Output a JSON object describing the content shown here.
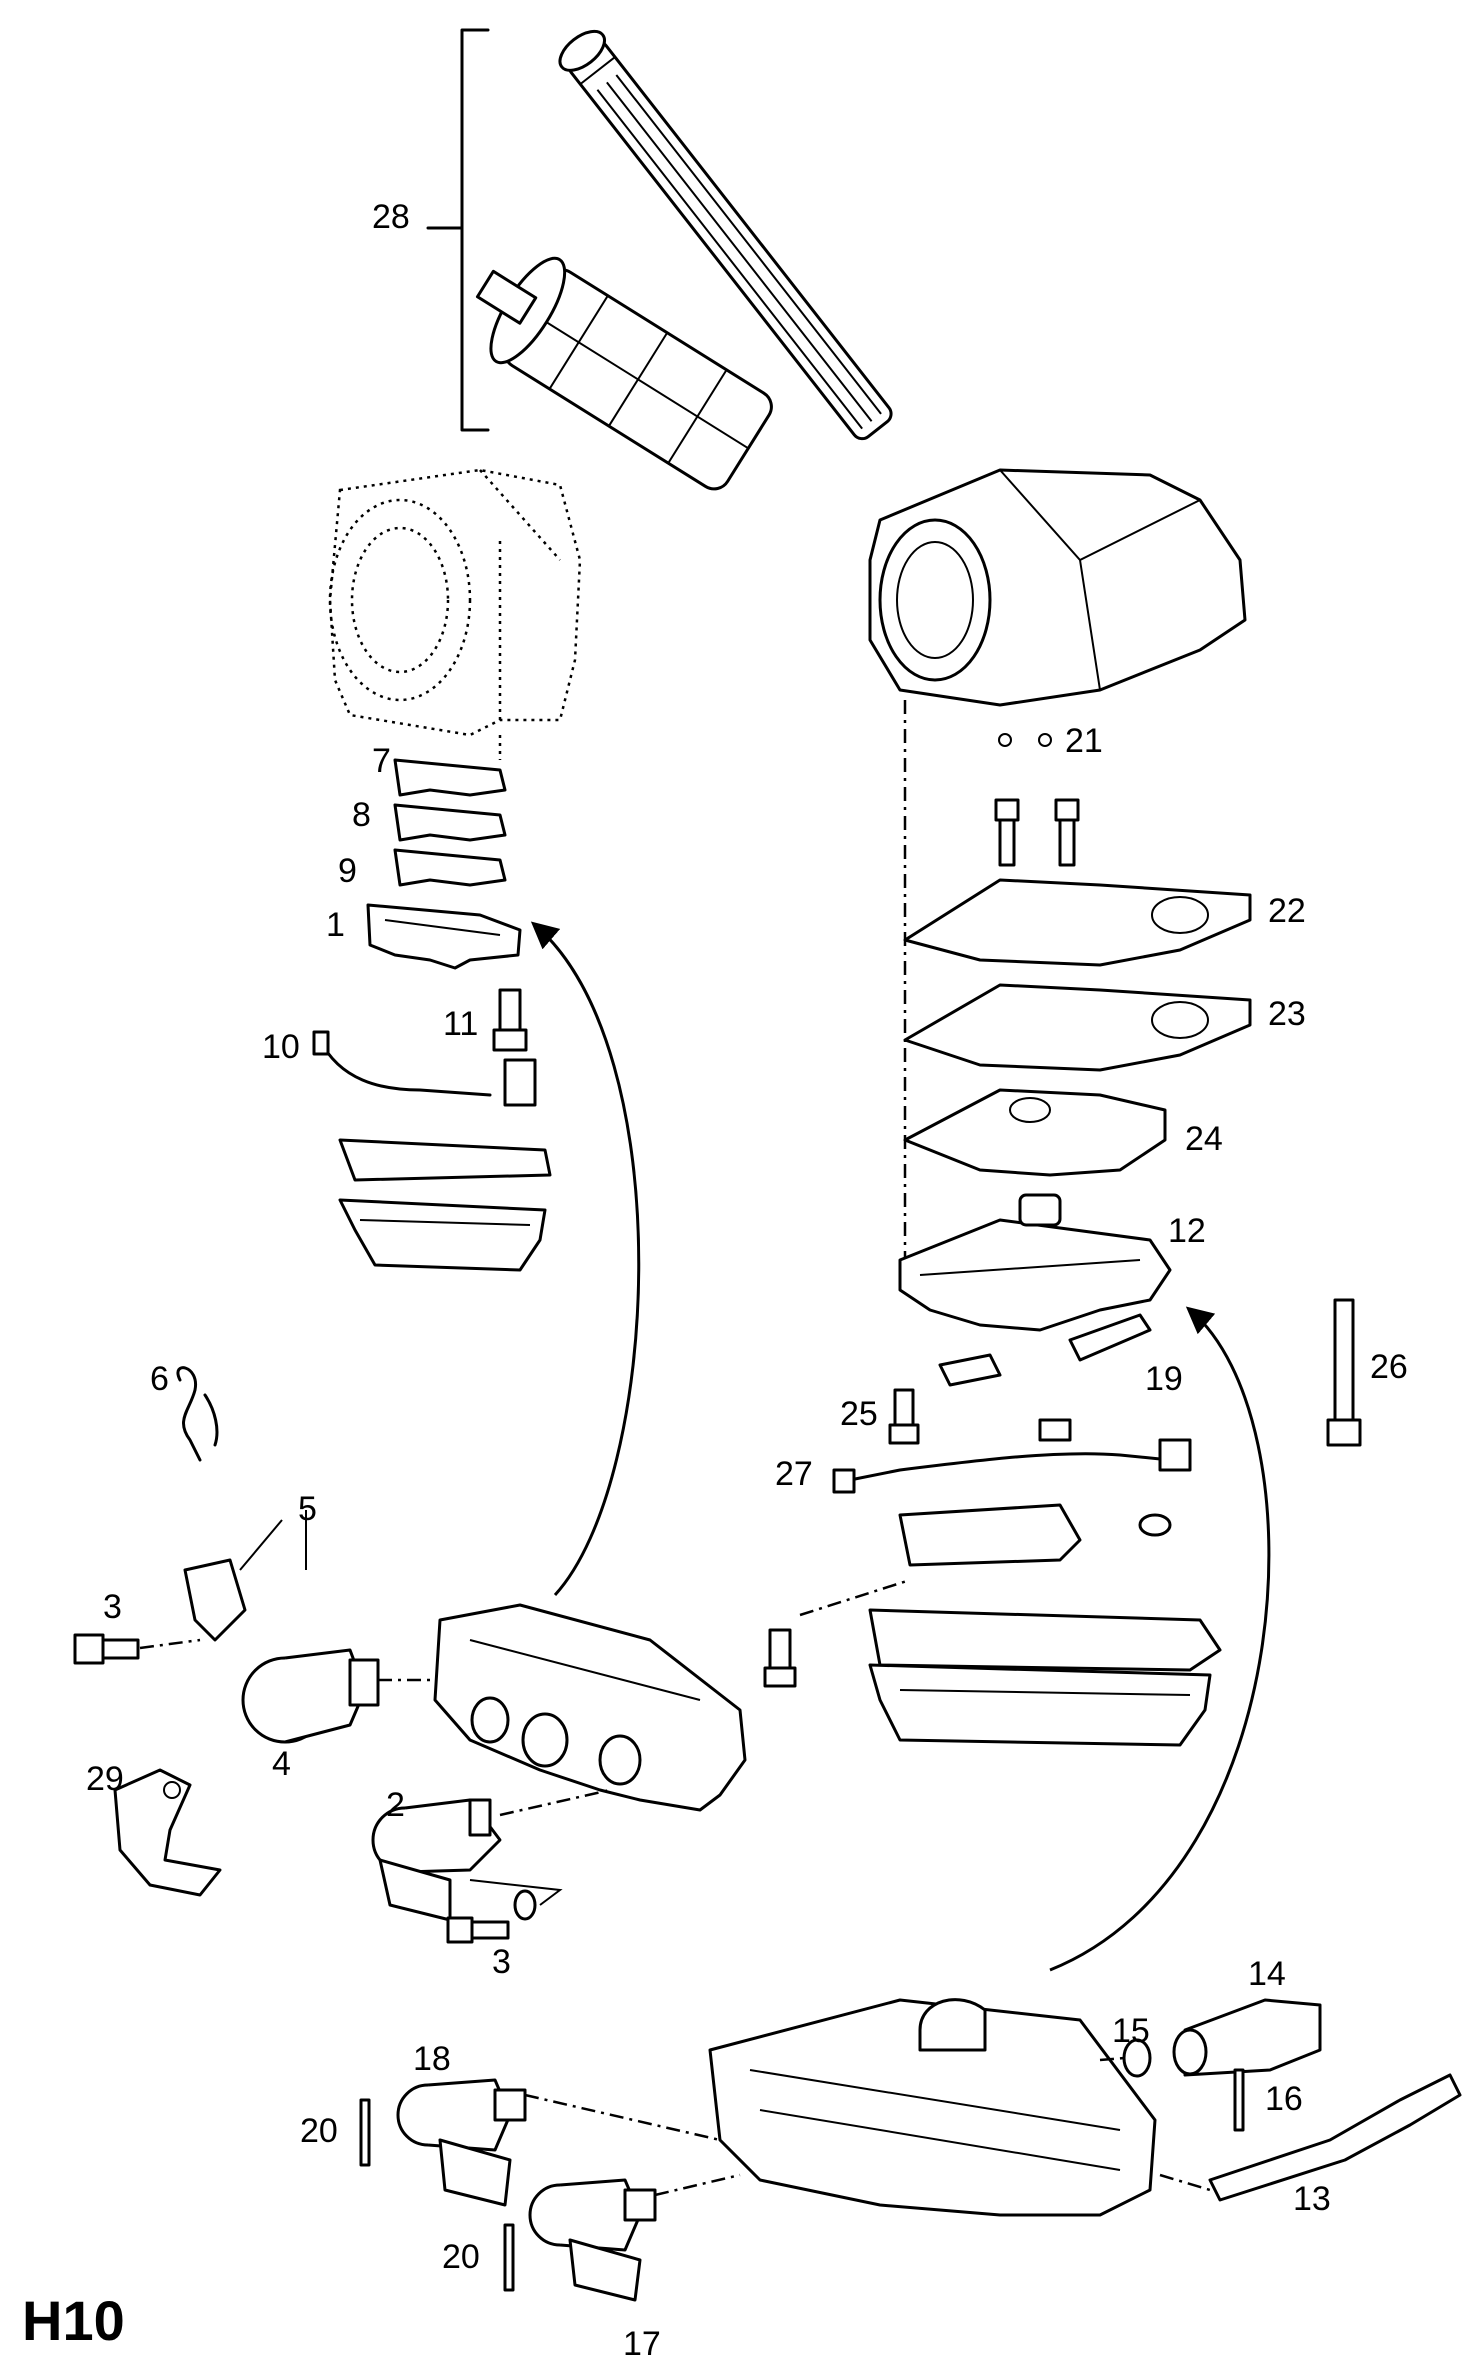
{
  "diagram": {
    "page_code": "H10",
    "callouts": [
      "1",
      "2",
      "3",
      "3",
      "4",
      "5",
      "6",
      "7",
      "8",
      "9",
      "10",
      "11",
      "12",
      "13",
      "14",
      "15",
      "16",
      "17",
      "18",
      "19",
      "20",
      "20",
      "21",
      "22",
      "23",
      "24",
      "25",
      "26",
      "27",
      "28",
      "29"
    ]
  }
}
